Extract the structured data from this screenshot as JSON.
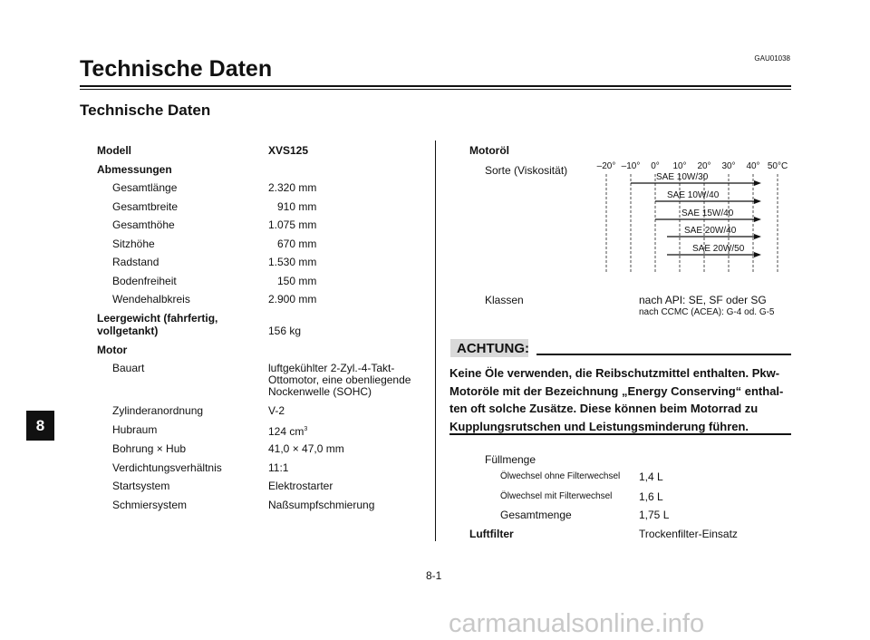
{
  "header": {
    "code": "GAU01038",
    "title": "Technische Daten",
    "subtitle": "Technische Daten"
  },
  "chapter_tab": "8",
  "left": {
    "modell_label": "Modell",
    "modell_value": "XVS125",
    "abmessungen": "Abmessungen",
    "gesamtlaenge": [
      "Gesamtlänge",
      "2.320 mm"
    ],
    "gesamtbreite": [
      "Gesamtbreite",
      "910 mm"
    ],
    "gesamthoehe": [
      "Gesamthöhe",
      "1.075 mm"
    ],
    "sitzhoehe": [
      "Sitzhöhe",
      "670 mm"
    ],
    "radstand": [
      "Radstand",
      "1.530 mm"
    ],
    "bodenfreiheit": [
      "Bodenfreiheit",
      "150 mm"
    ],
    "wendehalbkreis": [
      "Wendehalbkreis",
      "2.900 mm"
    ],
    "leergewicht_line1": "Leergewicht (fahrfertig,",
    "leergewicht_line2": "vollgetankt)",
    "leergewicht_value": "156 kg",
    "motor": "Motor",
    "bauart_label": "Bauart",
    "bauart_line1": "luftgekühlter 2-Zyl.-4-Takt-",
    "bauart_line2": "Ottomotor, eine obenliegende",
    "bauart_line3": "Nockenwelle (SOHC)",
    "zylinder": [
      "Zylinderanordnung",
      "V-2"
    ],
    "hubraum_label": "Hubraum",
    "hubraum_value": "124 cm",
    "hubraum_sup": "3",
    "bohrung": [
      "Bohrung × Hub",
      "41,0 × 47,0 mm"
    ],
    "verdichtung": [
      "Verdichtungsverhältnis",
      "11:1"
    ],
    "start": [
      "Startsystem",
      "Elektrostarter"
    ],
    "schmier": [
      "Schmiersystem",
      "Naßsumpfschmierung"
    ]
  },
  "right": {
    "motoroel": "Motoröl",
    "sorte": "Sorte (Viskosität)",
    "temps": [
      "–20°",
      "–10°",
      "0°",
      "10°",
      "20°",
      "30°",
      "40°",
      "50°C"
    ],
    "grades": [
      "SAE 10W/30",
      "SAE 10W/40",
      "SAE 15W/40",
      "SAE 20W/40",
      "SAE 20W/50"
    ],
    "klassen_label": "Klassen",
    "klassen_value1": "nach API: SE, SF oder SG",
    "klassen_value2": "nach CCMC (ACEA): G-4 od. G-5",
    "achtung": "ACHTUNG:",
    "warning": "Keine Öle verwenden, die Reibschutzmittel enthalten. Pkw-Motoröle mit der Bezeichnung „Energy Conserving“ enthal-ten oft solche Zusätze. Diese können beim Motorrad zu Kupplungsrutschen und Leistungsminderung führen.",
    "fuellmenge": "Füllmenge",
    "oelwechsel_ohne": [
      "Ölwechsel ohne Filterwechsel",
      "1,4 L"
    ],
    "oelwechsel_mit": [
      "Ölwechsel mit Filterwechsel",
      "1,6 L"
    ],
    "gesamtmenge": [
      "Gesamtmenge",
      "1,75 L"
    ],
    "luftfilter": [
      "Luftfilter",
      "Trockenfilter-Einsatz"
    ]
  },
  "page_number": "8-1",
  "watermark": "carmanualsonline.info"
}
